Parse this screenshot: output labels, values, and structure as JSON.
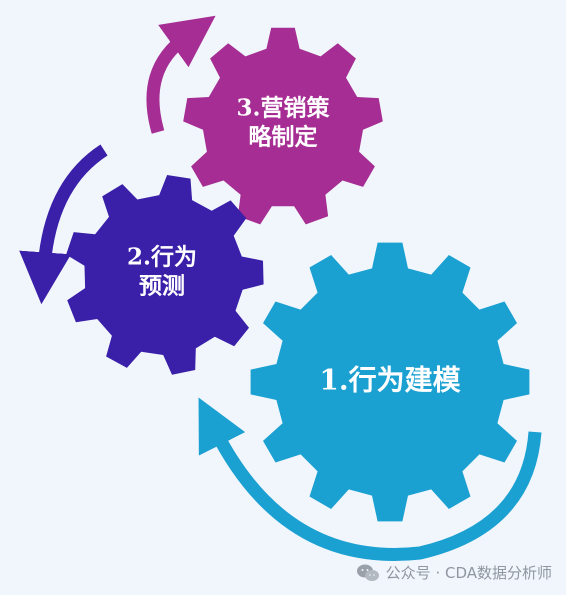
{
  "gears": [
    {
      "id": "g1",
      "label": "1.行为建模",
      "color": "#1ba0d2"
    },
    {
      "id": "g2",
      "label": "2.行为\n预测",
      "line1": "2.行为",
      "line2": "预测",
      "color": "#3a1fa8"
    },
    {
      "id": "g3",
      "label": "3.营销策\n略制定",
      "line1": "3.营销策",
      "line2": "略制定",
      "color": "#a52d93"
    }
  ],
  "arrows": [
    {
      "id": "arrow-g1",
      "color": "#1ba0d2"
    },
    {
      "id": "arrow-g2",
      "color": "#3a1fa8"
    },
    {
      "id": "arrow-g3",
      "color": "#a52d93"
    }
  ],
  "watermark": {
    "icon": "wechat-icon",
    "text": "公众号 · CDA数据分析师"
  }
}
